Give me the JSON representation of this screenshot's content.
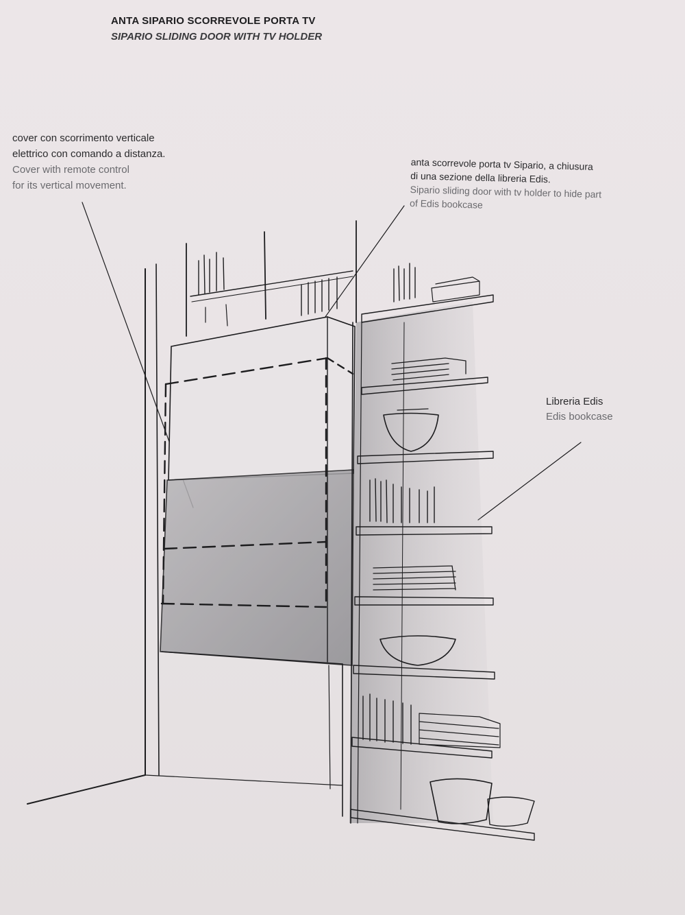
{
  "title": {
    "line_it": "ANTA SIPARIO SCORREVOLE PORTA TV",
    "line_en": "SIPARIO SLIDING DOOR WITH TV HOLDER"
  },
  "annotations": {
    "cover": {
      "it_1": "cover con scorrimento verticale",
      "it_2": "elettrico con comando a distanza.",
      "en_1": "Cover with remote control",
      "en_2": "for its vertical movement."
    },
    "door": {
      "it_1": "anta scorrevole porta tv Sipario, a chiusura",
      "it_2": "di  una sezione della libreria Edis.",
      "en_1": "Sipario sliding door with tv holder to hide part",
      "en_2": "of Edis bookcase"
    },
    "bookcase": {
      "it": "Libreria Edis",
      "en": "Edis bookcase"
    }
  },
  "colors": {
    "paper": "#ebe6e8",
    "ink": "#1c1c1e",
    "shade": "#9a9a9e"
  }
}
